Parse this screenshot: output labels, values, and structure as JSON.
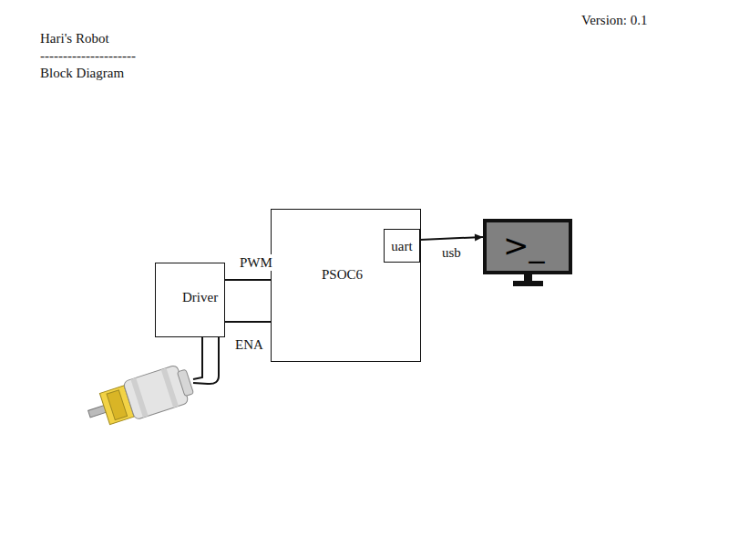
{
  "diagram": {
    "title": "Hari's Robot",
    "nodes": [
      {
        "text": [
          "PSOC6"
        ]
      },
      {
        "text": [
          "uart"
        ],
        "in": 0
      },
      {
        "text": [
          ">_"
        ]
      },
      {
        "text": [
          "Driver"
        ]
      }
    ],
    "edges": [
      {
        "from": 1,
        "to": 2,
        "label": "usb",
        "arrow": "to"
      },
      {
        "from": 3,
        "to": 0,
        "label": "PWM",
        "arrow": "none"
      },
      {
        "from": 3,
        "to": 0,
        "label": "ENA",
        "arrow": "none"
      }
    ],
    "labels": [
      "Version: 0.1",
      "---------------------",
      "Block Diagram"
    ]
  }
}
